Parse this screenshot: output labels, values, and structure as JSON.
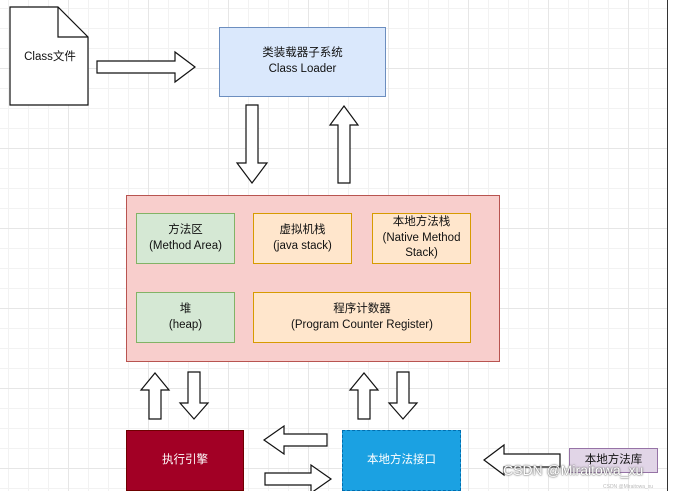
{
  "class_file": {
    "label": "Class文件"
  },
  "class_loader": {
    "line1": "类装载器子系统",
    "line2": "Class Loader"
  },
  "runtime_area": {
    "method_area": {
      "line1": "方法区",
      "line2": "(Method Area)"
    },
    "java_stack": {
      "line1": "虚拟机栈",
      "line2": "(java stack)"
    },
    "native_method_stack": {
      "line1": "本地方法栈",
      "line2": "(Native Method",
      "line3": "Stack)"
    },
    "heap": {
      "line1": "堆",
      "line2": "(heap)"
    },
    "pc_register": {
      "line1": "程序计数器",
      "line2": "(Program Counter Register)"
    }
  },
  "execution_engine": {
    "label": "执行引擎"
  },
  "native_interface": {
    "label": "本地方法接口"
  },
  "native_library": {
    "label": "本地方法库"
  },
  "watermark": {
    "text": "CSDN @Miraitowa_xu",
    "small": "CSDN @Miraitowa_xu"
  },
  "colors": {
    "class_loader_fill": "#dae8fc",
    "class_loader_border": "#6c8ebf",
    "runtime_fill": "#f8cecc",
    "runtime_border": "#b85450",
    "green_fill": "#d5e8d4",
    "green_border": "#82b366",
    "orange_fill": "#ffe6cc",
    "orange_border": "#d79b00",
    "engine_fill": "#a20025",
    "interface_fill": "#1ba1e2",
    "library_fill": "#e1d5e7",
    "library_border": "#9673a6"
  }
}
